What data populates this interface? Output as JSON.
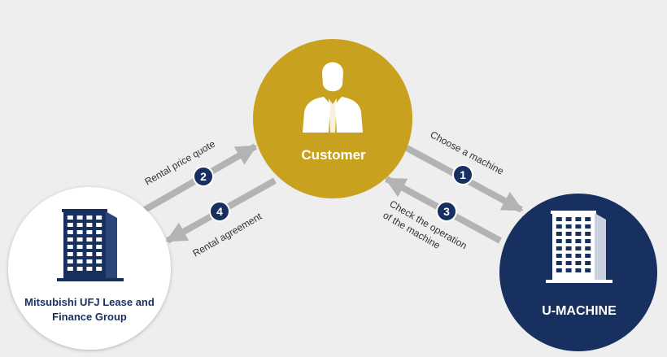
{
  "colors": {
    "background": "#eeeeee",
    "customer_fill": "#c8a21e",
    "navy": "#17305f",
    "white": "#ffffff",
    "arrow": "#b3b3b3",
    "text_dark": "#333333"
  },
  "nodes": {
    "customer": {
      "label": "Customer",
      "icon": "businessman-icon"
    },
    "lease": {
      "label_line1": "Mitsubishi UFJ Lease and",
      "label_line2": "Finance Group",
      "icon": "office-building-icon"
    },
    "umachine": {
      "label": "U-MACHINE",
      "icon": "office-building-icon"
    }
  },
  "steps": [
    {
      "num": "1",
      "label": "Choose a machine"
    },
    {
      "num": "2",
      "label": "Rental price quote"
    },
    {
      "num": "3",
      "label_line1": "Check the operation",
      "label_line2": "of the machine"
    },
    {
      "num": "4",
      "label": "Rental agreement"
    }
  ]
}
